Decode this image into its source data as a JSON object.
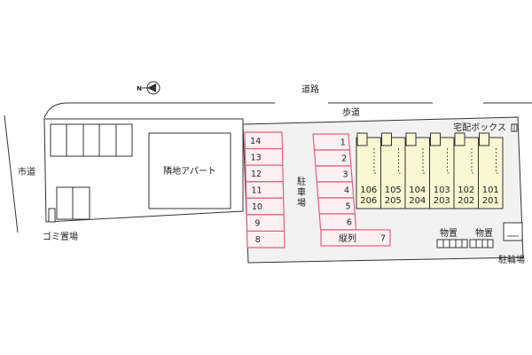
{
  "labels": {
    "road": "道路",
    "sidewalk": "歩道",
    "city_road": "市道",
    "garbage": "ゴミ置場",
    "neighbor": "隣地アパート",
    "parking_vertical": "駐\n車\n場",
    "tandem": "縦列",
    "delivery_box": "宅配ボックス",
    "storage_1": "物置",
    "storage_2": "物置",
    "bicycle": "駐輪場",
    "north": "N"
  },
  "parking_left": [
    "14",
    "13",
    "12",
    "11",
    "10",
    "9",
    "8"
  ],
  "parking_right": [
    "1",
    "2",
    "3",
    "4",
    "5",
    "6"
  ],
  "tandem_number": "7",
  "units": [
    {
      "top": "106",
      "bottom": "206"
    },
    {
      "top": "105",
      "bottom": "205"
    },
    {
      "top": "104",
      "bottom": "204"
    },
    {
      "top": "103",
      "bottom": "203"
    },
    {
      "top": "102",
      "bottom": "202"
    },
    {
      "top": "101",
      "bottom": "201"
    }
  ],
  "colors": {
    "parking_stroke": "#e0607a",
    "parking_fill": "#fdf0f3",
    "building_fill": "#fbf7d2",
    "lot_fill": "#f2f2f2",
    "line": "#333333"
  }
}
